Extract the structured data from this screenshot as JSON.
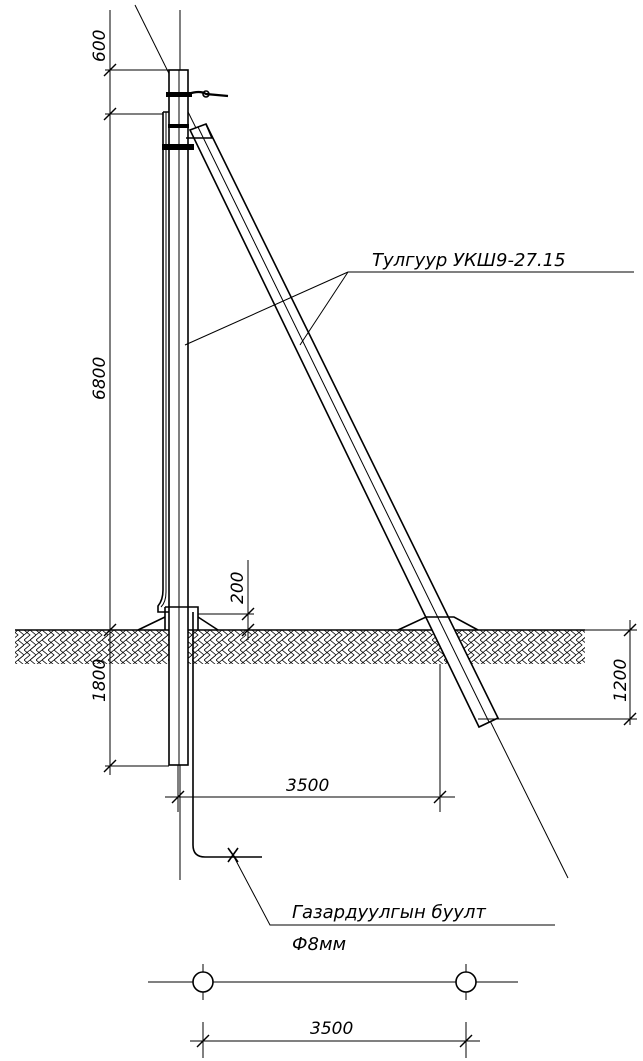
{
  "dimensions": {
    "top_offset": "600",
    "pole_height": "6800",
    "base_gap": "200",
    "burial_depth": "1800",
    "strut_burial": "1200",
    "strut_spread": "3500",
    "anchor_spacing": "3500"
  },
  "labels": {
    "strut_support": "Тулгуур УКШ9-27.15",
    "ground_bolt_line1": "Газардуулгын буулт",
    "ground_bolt_line2": "Ф8мм"
  }
}
